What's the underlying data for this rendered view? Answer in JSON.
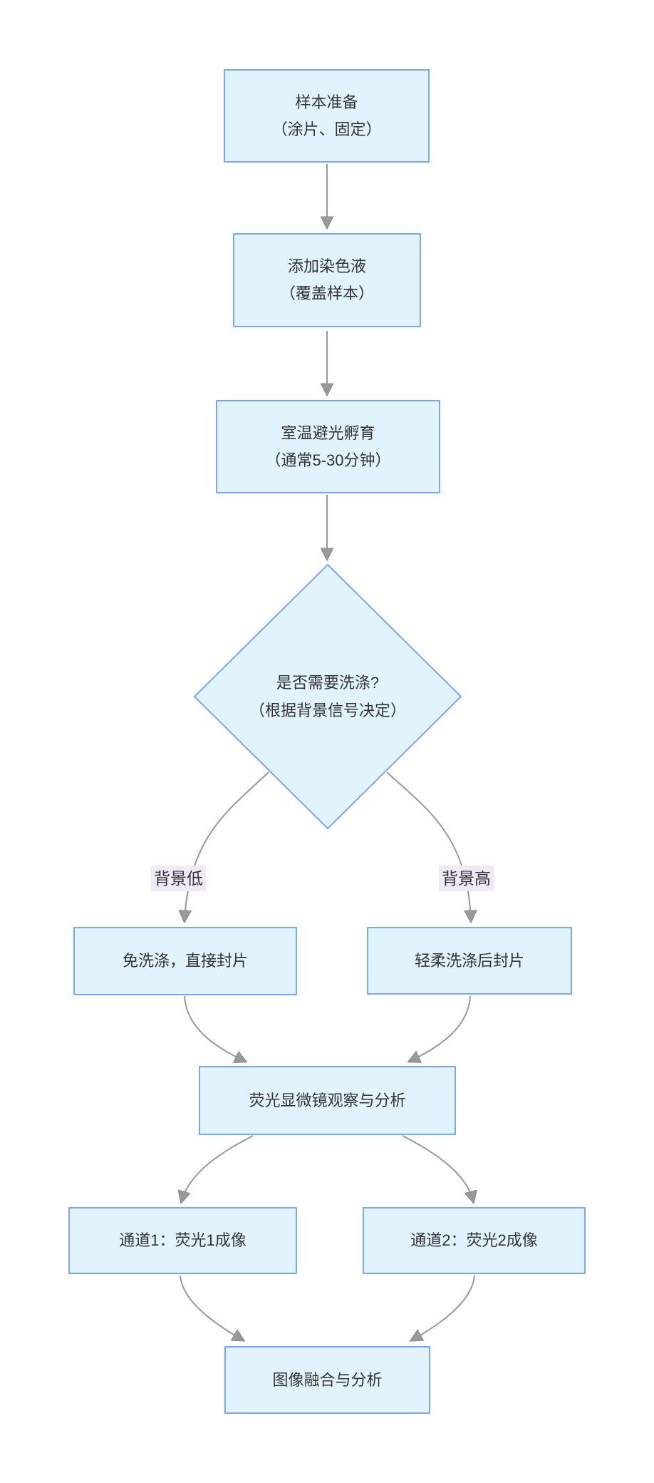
{
  "diagram": {
    "type": "flowchart",
    "direction": "top-down",
    "colors": {
      "node_fill": "#e1f3fd",
      "node_border": "#7aa7f5",
      "edge": "#999999",
      "text": "#333333",
      "edge_label_bg": "#f0e9f8",
      "background": "#ffffff"
    },
    "nodes": {
      "sample_prep": {
        "shape": "rect",
        "line1": "样本准备",
        "line2": "（涂片、固定）"
      },
      "add_stain": {
        "shape": "rect",
        "line1": "添加染色液",
        "line2": "（覆盖样本）"
      },
      "incubate": {
        "shape": "rect",
        "line1": "室温避光孵育",
        "line2": "（通常5-30分钟）"
      },
      "wash_decision": {
        "shape": "diamond",
        "line1": "是否需要洗涤?",
        "line2": "（根据背景信号决定）"
      },
      "no_wash": {
        "shape": "rect",
        "line1": "免洗涤，直接封片"
      },
      "gentle_wash": {
        "shape": "rect",
        "line1": "轻柔洗涤后封片"
      },
      "microscopy": {
        "shape": "rect",
        "line1": "荧光显微镜观察与分析"
      },
      "channel1": {
        "shape": "rect",
        "line1": "通道1：荧光1成像"
      },
      "channel2": {
        "shape": "rect",
        "line1": "通道2：荧光2成像"
      },
      "image_merge": {
        "shape": "rect",
        "line1": "图像融合与分析"
      }
    },
    "edge_labels": {
      "low_background": "背景低",
      "high_background": "背景高"
    }
  }
}
